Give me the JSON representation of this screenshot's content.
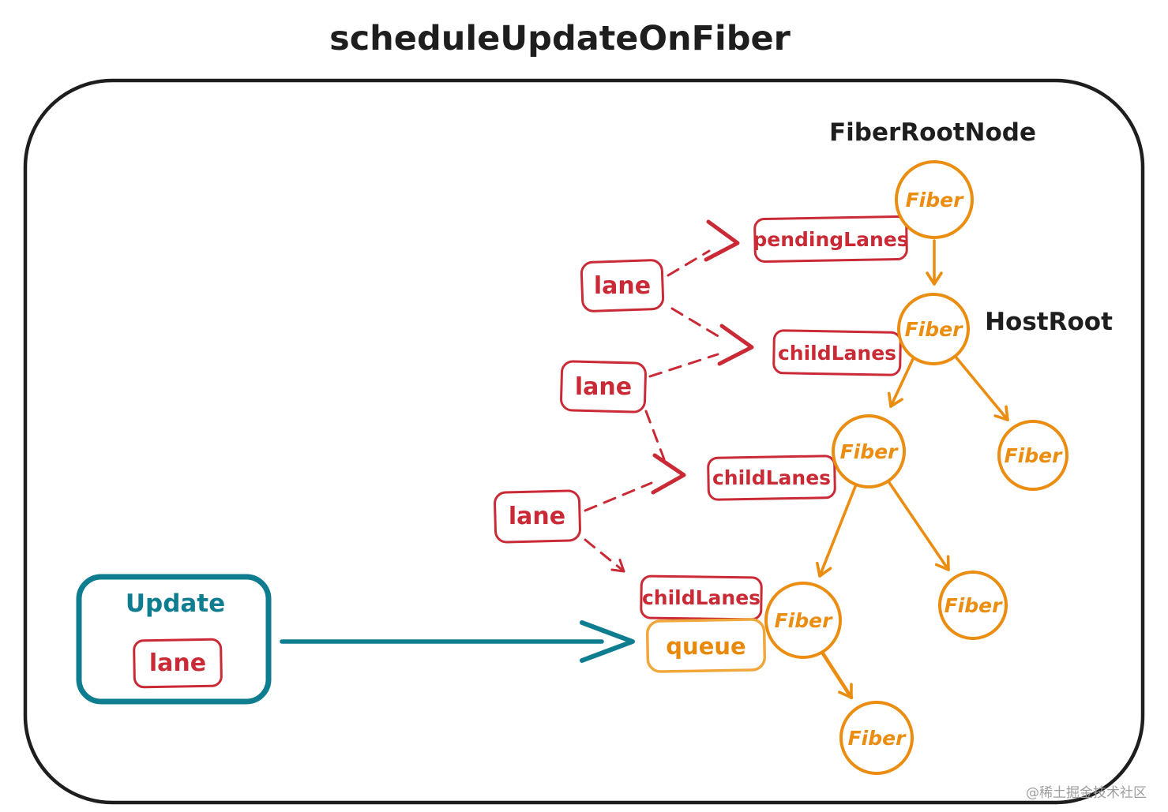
{
  "title": "scheduleUpdateOnFiber",
  "labels": {
    "fiber_root_node": "FiberRootNode",
    "host_root": "HostRoot"
  },
  "tree": {
    "fiber_nodes": [
      "Fiber",
      "Fiber",
      "Fiber",
      "Fiber",
      "Fiber",
      "Fiber",
      "Fiber"
    ]
  },
  "lanes": {
    "lane_boxes": [
      "lane",
      "lane",
      "lane"
    ],
    "pending_lanes": "pendingLanes",
    "child_lanes": [
      "childLanes",
      "childLanes",
      "childLanes"
    ]
  },
  "update_card": {
    "title": "Update",
    "lane": "lane"
  },
  "queue": {
    "label": "queue"
  },
  "watermark": "@稀土掘金技术社区",
  "colors": {
    "ink": "#1e1e1e",
    "orange": "#ea8d10",
    "red": "#c92a35",
    "teal": "#0e7d8f",
    "queue_orange": "#f0a73c",
    "watermark_gray": "#9e9e9e"
  }
}
